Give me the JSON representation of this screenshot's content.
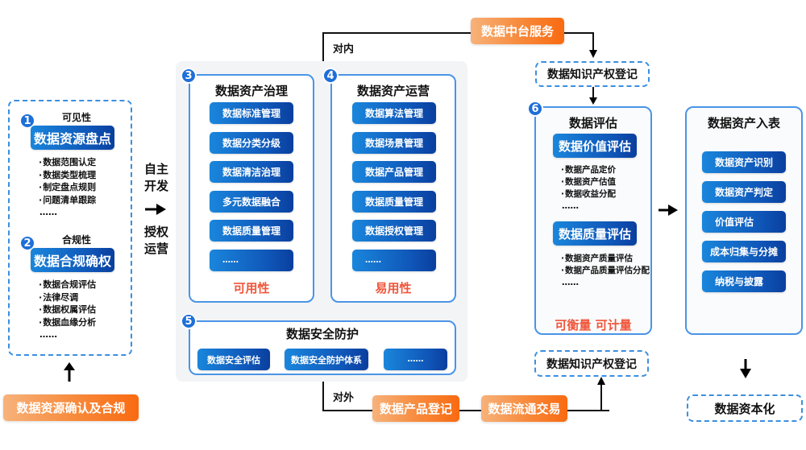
{
  "left": {
    "section1": {
      "number": "1",
      "caption": "可见性",
      "title": "数据资源盘点",
      "bullets": [
        "数据范围认定",
        "数据类型梳理",
        "制定盘点规则",
        "问题清单跟踪"
      ],
      "ellipsis": "……"
    },
    "section2": {
      "number": "2",
      "caption": "合规性",
      "title": "数据合规确权",
      "bullets": [
        "数据合规评估",
        "法律尽调",
        "数据权属评估",
        "数据血缘分析"
      ],
      "ellipsis": "……"
    },
    "bottom_button": "数据资源确认及合规"
  },
  "middle_label": {
    "top": [
      "自主",
      "开发"
    ],
    "bottom": [
      "授权",
      "运营"
    ]
  },
  "governance": {
    "number": "3",
    "title": "数据资产治理",
    "items": [
      "数据标准管理",
      "数据分类分级",
      "数据清洁治理",
      "多元数据融合",
      "数据质量管理",
      "……"
    ],
    "footer": "可用性"
  },
  "operation": {
    "number": "4",
    "title": "数据资产运营",
    "items": [
      "数据算法管理",
      "数据场景管理",
      "数据产品管理",
      "数据质量管理",
      "数据授权管理",
      "……"
    ],
    "footer": "易用性"
  },
  "security": {
    "number": "5",
    "title": "数据安全防护",
    "items": [
      "数据安全评估",
      "数据安全防护体系",
      "……"
    ]
  },
  "top_flow": {
    "internal_label": "对内",
    "service_button": "数据中台服务",
    "ip_registration": "数据知识产权登记"
  },
  "bottom_flow": {
    "external_label": "对外",
    "product_registration": "数据产品登记",
    "circulation_trading": "数据流通交易",
    "ip_registration": "数据知识产权登记"
  },
  "evaluation": {
    "number": "6",
    "title": "数据评估",
    "value_eval": {
      "title": "数据价值评估",
      "bullets": [
        "数据产品定价",
        "数据资产估值",
        "数据收益分配"
      ],
      "ellipsis": "……"
    },
    "quality_eval": {
      "title": "数据质量评估",
      "bullets": [
        "数据资产质量评估",
        "数据产品质量评估分配"
      ],
      "ellipsis": "……"
    },
    "footer": "可衡量 可计量"
  },
  "balance_sheet": {
    "title": "数据资产入表",
    "items": [
      "数据资产识别",
      "数据资产判定",
      "价值评估",
      "成本归集与分摊",
      "纳税与披露"
    ]
  },
  "capitalization": "数据资本化",
  "colors": {
    "blue_primary": "#0f56b8",
    "blue_border": "#4a94e6",
    "orange": "#f96a10",
    "red_text": "#f0553a"
  }
}
